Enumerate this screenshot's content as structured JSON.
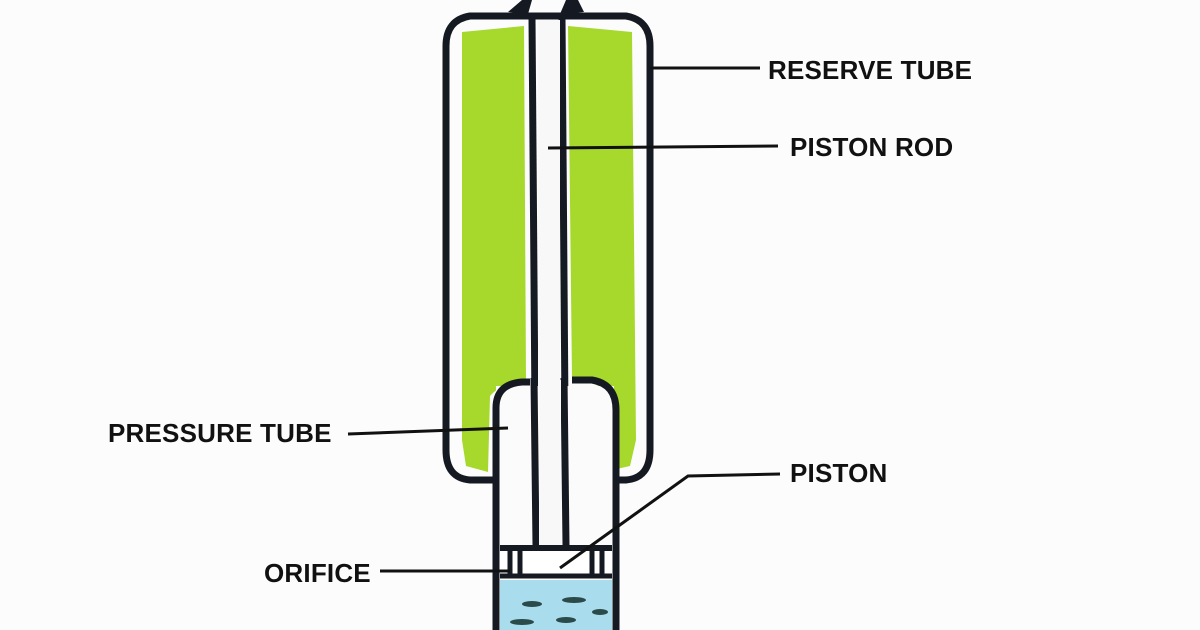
{
  "labels": {
    "reserve_tube": "RESERVE TUBE",
    "piston_rod": "PISTON ROD",
    "pressure_tube": "PRESSURE TUBE",
    "piston": "PISTON",
    "orifice": "ORIFICE"
  },
  "colors": {
    "reserve_fluid": "#a6d92b",
    "lower_fluid": "#a9dcec",
    "outline": "#151a22",
    "leader_line": "#111111",
    "background": "#fcfcfc"
  }
}
